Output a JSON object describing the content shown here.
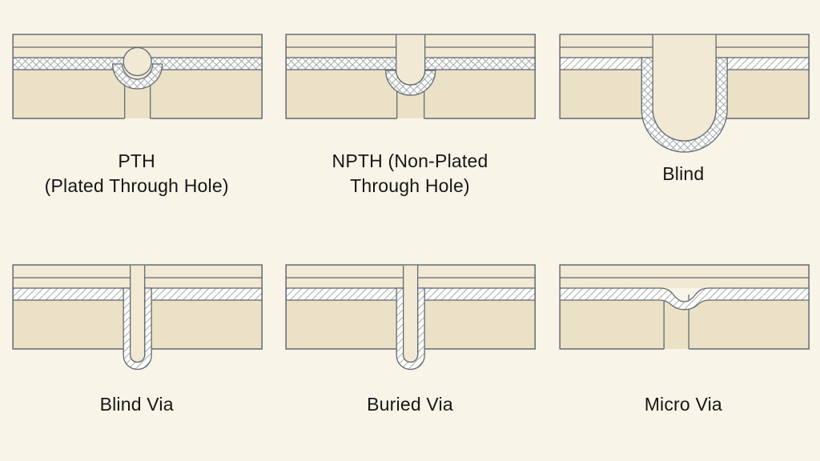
{
  "figure": {
    "type": "pcb-hole-and-via-types-cross-sections",
    "panels": [
      {
        "id": "pth",
        "label": "PTH\n(Plated Through Hole)"
      },
      {
        "id": "npth",
        "label": "NPTH (Non-Plated\nThrough Hole)"
      },
      {
        "id": "blind",
        "label": "Blind"
      },
      {
        "id": "blind-via",
        "label": "Blind Via"
      },
      {
        "id": "buried-via",
        "label": "Buried Via"
      },
      {
        "id": "micro-via",
        "label": "Micro Via"
      }
    ]
  },
  "colors": {
    "background": "#f8f4e8",
    "board_top_layers": "#f1e9d4",
    "board_substrate": "#ebe1c6",
    "hatch_fill": "#fdfdf9",
    "hatch_lines": "#99a0a9",
    "outline": "#636a72",
    "label_text": "#161616"
  }
}
